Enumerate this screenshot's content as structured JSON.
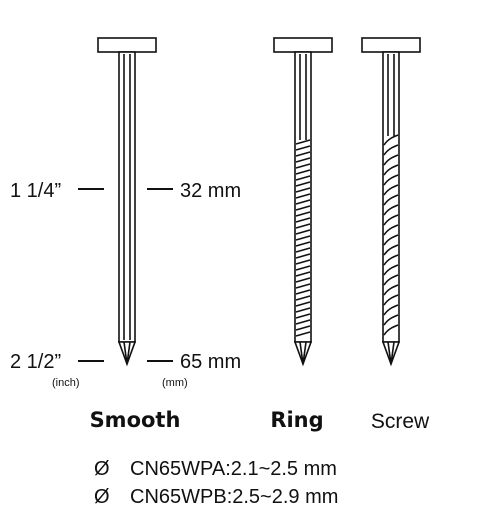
{
  "lengths": {
    "short_inch": "1 1/4”",
    "short_mm": "32 mm",
    "long_inch": "2 1/2”",
    "long_mm": "65 mm",
    "inch_unit": "(inch)",
    "mm_unit": "(mm)"
  },
  "shank_types": {
    "smooth": "Smooth",
    "ring": "Ring",
    "screw": "Screw"
  },
  "specs": [
    {
      "symbol": "Ø",
      "text": "CN65WPA:2.1~2.5 mm"
    },
    {
      "symbol": "Ø",
      "text": "CN65WPB:2.5~2.9 mm"
    }
  ]
}
